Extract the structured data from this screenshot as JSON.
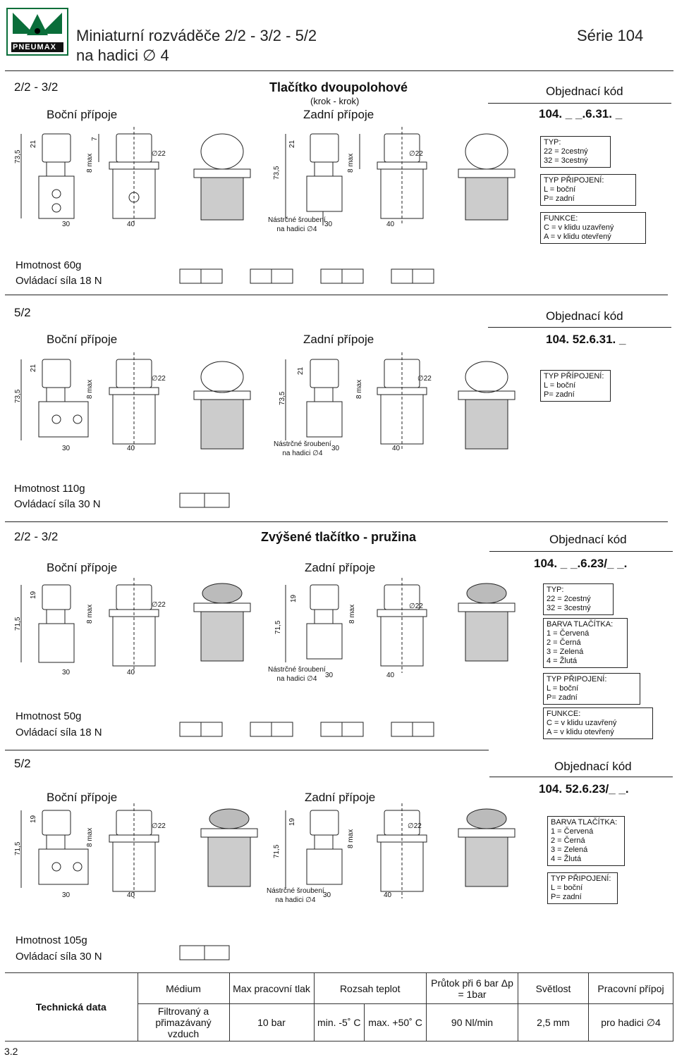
{
  "brand": "PNEUMAX",
  "header": {
    "title_line1": "Miniaturní rozváděče 2/2 - 3/2 - 5/2",
    "title_line2": "na hadici ∅ 4",
    "series": "Série 104"
  },
  "sections": [
    {
      "label": "2/2 - 3/2",
      "title": "Tlačítko dvoupolohové",
      "subtitle": "(krok - krok)",
      "side": "Boční přípoje",
      "rear": "Zadní přípoje",
      "order_label": "Objednací kód",
      "code": "104. _ _.6.31. _",
      "boxes": [
        [
          "TYP:",
          "22 = 2cestný",
          "32 = 3cestný"
        ],
        [
          "TYP PŘIPOJENÍ:",
          "L = boční",
          "P= zadní"
        ],
        [
          "FUNKCE:",
          "C = v klidu uzavřený",
          "A = v klidu otevřený"
        ]
      ],
      "weight": "Hmotnost 60g",
      "force": "Ovládací síla 18 N"
    },
    {
      "label": "5/2",
      "side": "Boční přípoje",
      "rear": "Zadní přípoje",
      "order_label": "Objednací kód",
      "code": "104. 52.6.31. _",
      "boxes": [
        [
          "TYP PŘÍPOJENÍ:",
          "L = boční",
          "P= zadní"
        ]
      ],
      "weight": "Hmotnost 110g",
      "force": "Ovládací síla 30 N"
    },
    {
      "label": "2/2 - 3/2",
      "title": "Zvýšené tlačítko - pružina",
      "side": "Boční přípoje",
      "rear": "Zadní přípoje",
      "order_label": "Objednací kód",
      "code": "104. _ _.6.23/_ _.",
      "boxes": [
        [
          "TYP:",
          "22 = 2cestný",
          "32 = 3cestný"
        ],
        [
          "BARVA TLAČÍTKA:",
          "1 = Červená",
          "2 = Černá",
          "3 = Zelená",
          "4 = Žlutá"
        ],
        [
          "TYP PŘIPOJENÍ:",
          "L = boční",
          "P= zadní"
        ],
        [
          "FUNKCE:",
          "C = v klidu uzavřený",
          "A = v klidu otevřený"
        ]
      ],
      "weight": "Hmotnost 50g",
      "force": "Ovládací síla 18 N"
    },
    {
      "label": "5/2",
      "side": "Boční přípoje",
      "rear": "Zadní přípoje",
      "order_label": "Objednací kód",
      "code": "104. 52.6.23/_ _.",
      "boxes": [
        [
          "BARVA TLAČÍTKA:",
          "1 = Červená",
          "2 = Černá",
          "3 = Zelená",
          "4 = Žlutá"
        ],
        [
          "TYP PŘIPOJENÍ:",
          "L = boční",
          "P= zadní"
        ]
      ],
      "weight": "Hmotnost 105g",
      "force": "Ovládací síla 30 N"
    }
  ],
  "dims": {
    "d22": "∅22",
    "w30": "30",
    "w40": "40",
    "max8": "8 max",
    "h735": "73,5",
    "h715": "71,5",
    "h21": "21",
    "h19": "19",
    "h7": "7",
    "fitting": "Nástrčné šroubení na hadici ∅4",
    "fitting_l1": "Nástrčné šroubení",
    "fitting_l2": "na hadici ∅4"
  },
  "tech": {
    "label": "Technická data",
    "headers": [
      "Médium",
      "Max pracovní tlak",
      "Rozsah teplot",
      "Průtok při 6 bar Δp = 1bar",
      "Světlost",
      "Pracovní přípoj"
    ],
    "values": [
      "Filtrovaný a přimazávaný vzduch",
      "10 bar",
      "min. -5˚ C",
      "max. +50˚ C",
      "90 Nl/min",
      "2,5 mm",
      "pro hadici ∅4"
    ]
  },
  "page_number": "3.2"
}
